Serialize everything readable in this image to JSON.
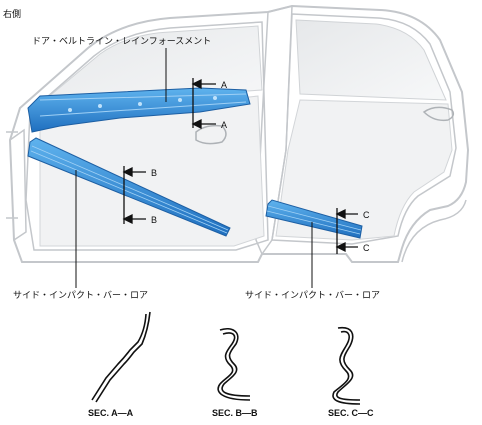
{
  "side_label": "右側",
  "belt_label": "ドア・ベルトライン・レインフォースメント",
  "bar_label_front": "サイド・インパクト・バー・ロア",
  "bar_label_rear": "サイド・インパクト・バー・ロア",
  "cut_marks": {
    "a_top": "A",
    "a_bottom": "A",
    "b_top": "B",
    "b_bottom": "B",
    "c_top": "C",
    "c_bottom": "C"
  },
  "sections": {
    "a": "SEC. A—A",
    "b": "SEC. B—B",
    "c": "SEC. C—C"
  },
  "colors": {
    "part_blue": "#2d8fd8",
    "part_blue_dark": "#1d5fa3",
    "car_outline": "#c4c7cb",
    "car_fill": "#f1f2f3",
    "ink": "#111111"
  }
}
